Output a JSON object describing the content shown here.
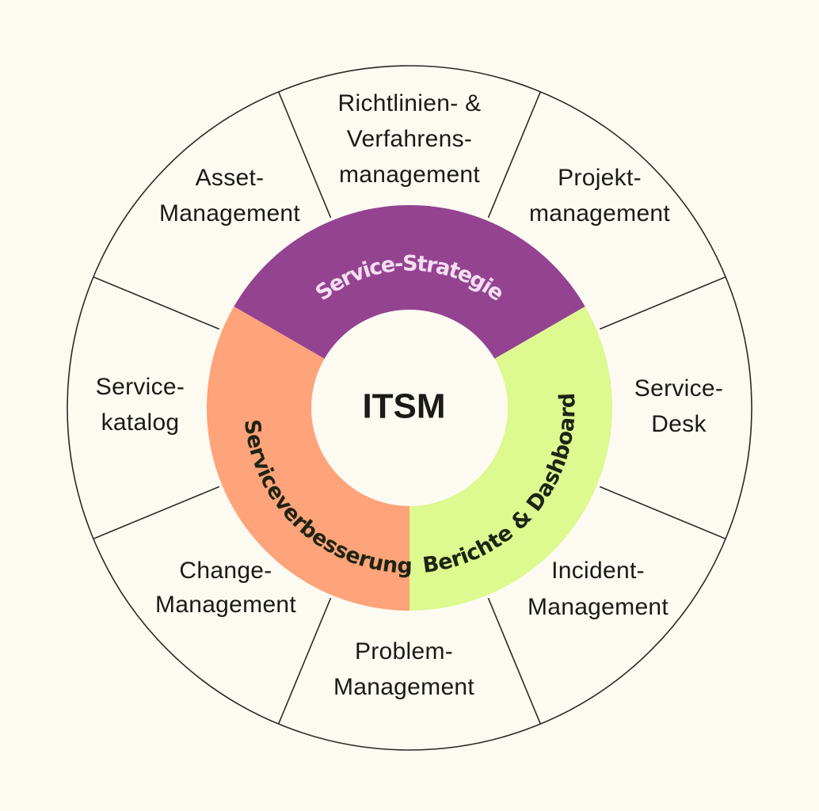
{
  "center": {
    "label": "ITSM"
  },
  "colors": {
    "background": "#fdfaf2",
    "line": "#2b2a26",
    "text": "#1c1a16",
    "hub_fill": "#fdfaf2"
  },
  "inner_ring": [
    {
      "id": "service-strategie",
      "label": "Service-Strategie",
      "fill": "#944391",
      "text_color": "#f4dff2"
    },
    {
      "id": "berichte-dashboard",
      "label": "Berichte & Dashboard",
      "fill": "#ddf98f",
      "text_color": "#1e2414"
    },
    {
      "id": "serviceverbesserung",
      "label": "Serviceverbesserung",
      "fill": "#fea37a",
      "text_color": "#1e2414"
    }
  ],
  "outer_ring": [
    {
      "id": "richtlinien-verfahrensmanagement",
      "lines": [
        "Richtlinien- &",
        "Verfahrens-",
        "management"
      ]
    },
    {
      "id": "projektmanagement",
      "lines": [
        "Projekt-",
        "management"
      ]
    },
    {
      "id": "service-desk",
      "lines": [
        "Service-",
        "Desk"
      ]
    },
    {
      "id": "incident-management",
      "lines": [
        "Incident-",
        "Management"
      ]
    },
    {
      "id": "problem-management",
      "lines": [
        "Problem-",
        "Management"
      ]
    },
    {
      "id": "change-management",
      "lines": [
        "Change-",
        "Management"
      ]
    },
    {
      "id": "servicekatalog",
      "lines": [
        "Service-",
        "katalog"
      ]
    },
    {
      "id": "asset-management",
      "lines": [
        "Asset-",
        "Management"
      ]
    }
  ]
}
